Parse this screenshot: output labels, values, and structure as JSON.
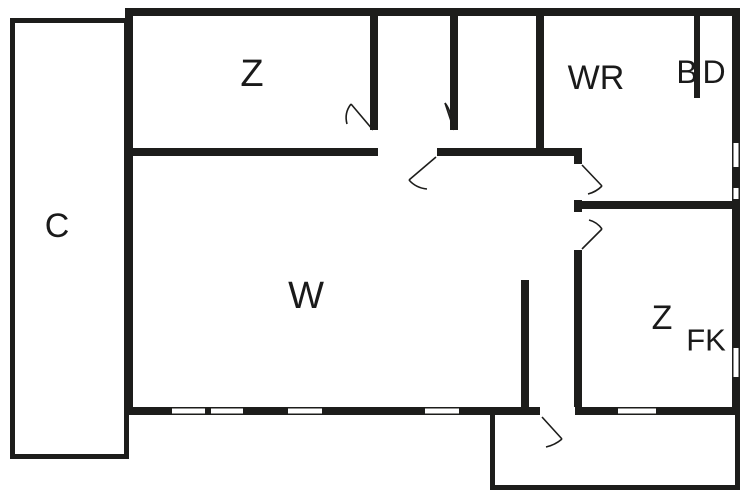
{
  "colors": {
    "wall_color": "#1d1d1b",
    "text_color": "#1a1a1a",
    "background_color": "#ffffff"
  },
  "floorplan": {
    "rooms": {
      "c": "C",
      "z1": "Z",
      "wr": "WR",
      "b": "B",
      "d": "D",
      "w": "W",
      "z2": "Z",
      "fk": "FK"
    }
  }
}
